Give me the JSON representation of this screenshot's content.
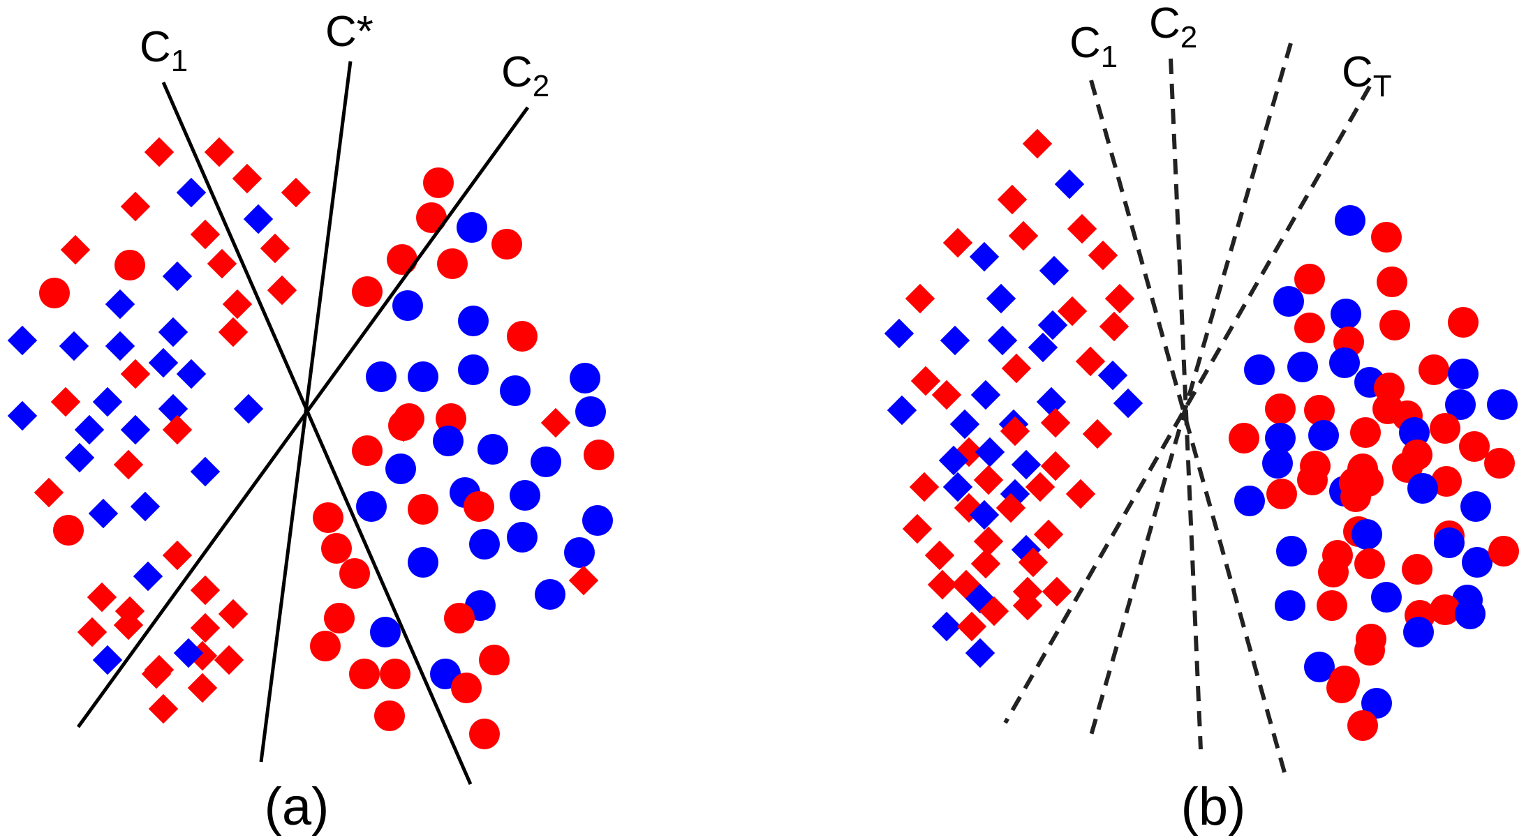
{
  "colors": {
    "red": "#ff0000",
    "blue": "#0000ff",
    "line": "#000000",
    "dashed_line": "#222222"
  },
  "panels": [
    {
      "caption": "(a)",
      "lines": [
        {
          "label": "C",
          "sub": "1",
          "style": "solid"
        },
        {
          "label": "C*",
          "sub": "",
          "style": "solid"
        },
        {
          "label": "C",
          "sub": "2",
          "style": "solid"
        }
      ]
    },
    {
      "caption": "(b)",
      "lines": [
        {
          "label": "C",
          "sub": "1",
          "style": "dashed"
        },
        {
          "label": "C",
          "sub": "2",
          "style": "dashed"
        },
        {
          "label": "",
          "sub": "",
          "style": "dashed"
        },
        {
          "label": "C",
          "sub": "T",
          "style": "dashed"
        }
      ]
    }
  ]
}
